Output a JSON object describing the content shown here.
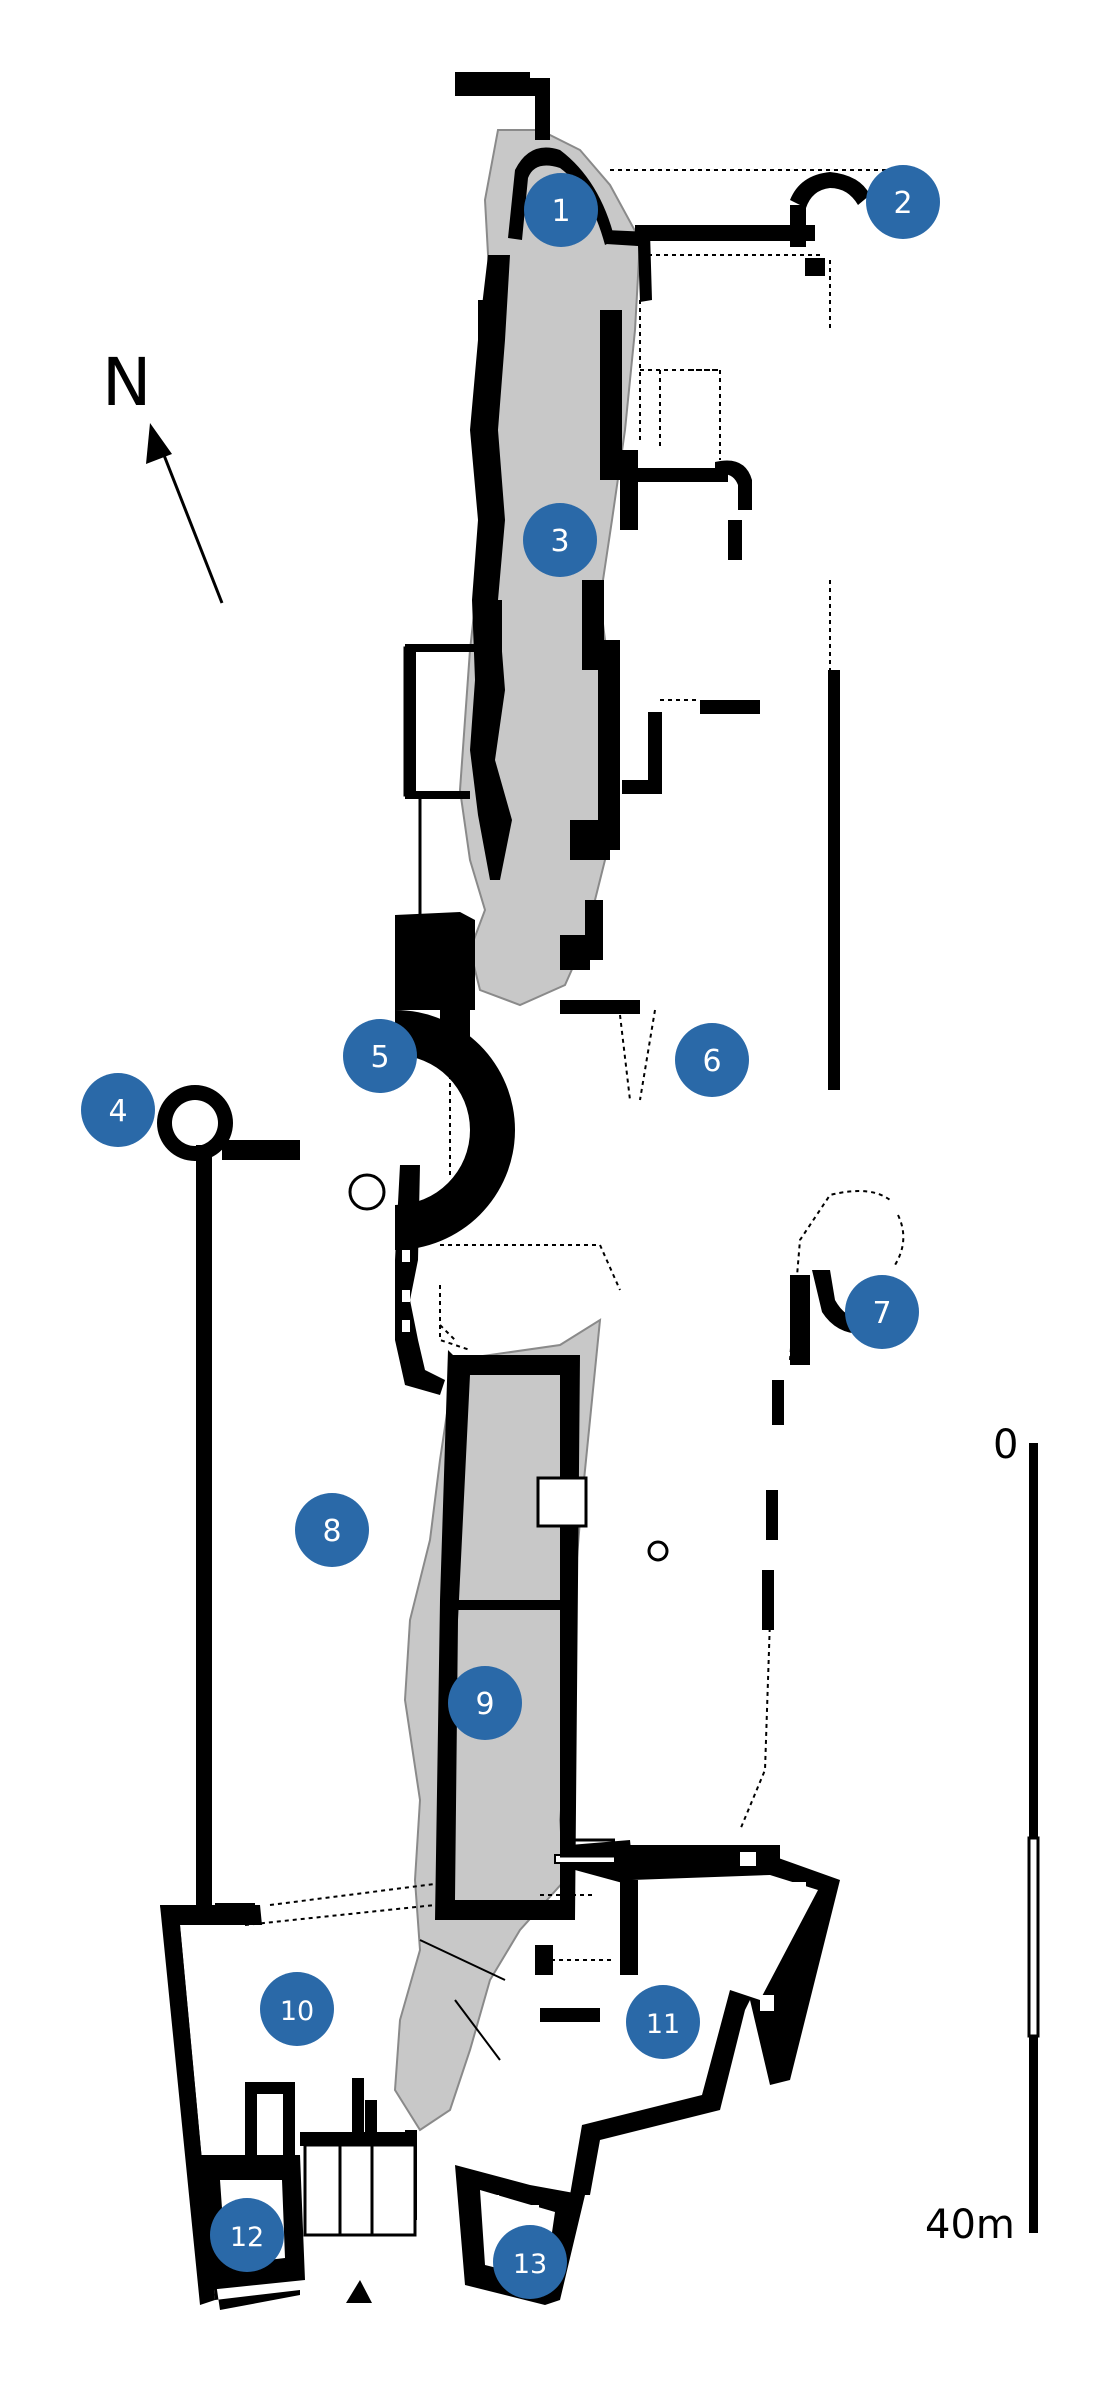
{
  "map": {
    "north_label": "N",
    "scale": {
      "zero_label": "0",
      "end_label": "40m",
      "length_m": 40
    },
    "markers": [
      {
        "id": "1"
      },
      {
        "id": "2"
      },
      {
        "id": "3"
      },
      {
        "id": "4"
      },
      {
        "id": "5"
      },
      {
        "id": "6"
      },
      {
        "id": "7"
      },
      {
        "id": "8"
      },
      {
        "id": "9"
      },
      {
        "id": "10"
      },
      {
        "id": "11"
      },
      {
        "id": "12"
      },
      {
        "id": "13"
      }
    ]
  },
  "colors": {
    "wall": "#000000",
    "rock": "#c8c8c8",
    "rock_edge": "#8a8a8a",
    "marker": "#2a69a8",
    "marker_text": "#ffffff",
    "background": "#ffffff"
  }
}
